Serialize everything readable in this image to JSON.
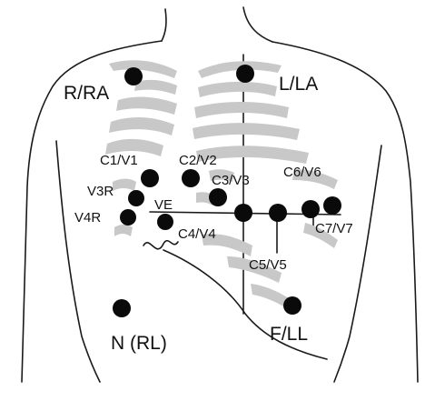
{
  "colors": {
    "background": "#ffffff",
    "outline": "#1a1a1a",
    "rib": "#c8c8c8",
    "electrode": "#0a0a0a",
    "text": "#111111"
  },
  "labels": {
    "right_arm": "R/RA",
    "left_arm": "L/LA",
    "neutral": "N (RL)",
    "left_leg": "F/LL",
    "c1": "C1/V1",
    "c2": "C2/V2",
    "c3": "C3/V3",
    "c4": "C4/V4",
    "c5": "C5/V5",
    "c6": "C6/V6",
    "c7": "C7/V7",
    "v3r": "V3R",
    "v4r": "V4R",
    "ve": "VE"
  }
}
